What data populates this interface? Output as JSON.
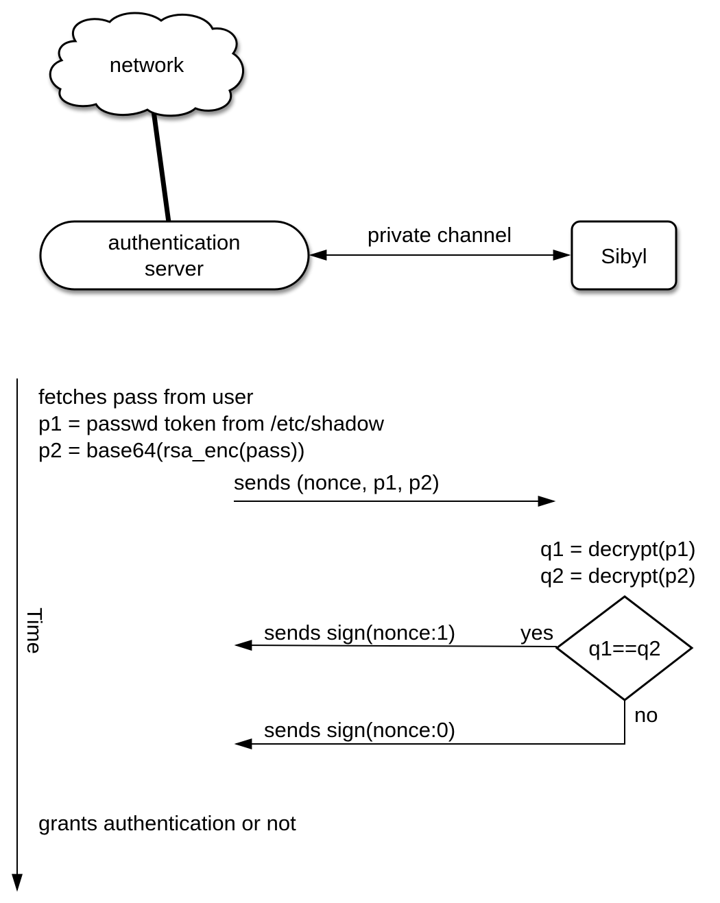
{
  "topology": {
    "network": "network",
    "auth_server_line1": "authentication",
    "auth_server_line2": "server",
    "channel_label": "private channel",
    "sibyl": "Sibyl"
  },
  "timeline": {
    "axis_label": "Time",
    "step1": "fetches pass from user",
    "step2": "p1 = passwd token from /etc/shadow",
    "step3": "p2 = base64(rsa_enc(pass))",
    "send_msg": "sends (nonce, p1, p2)",
    "decrypt1": "q1 = decrypt(p1)",
    "decrypt2": "q2 = decrypt(p2)",
    "decision": "q1==q2",
    "yes_label": "yes",
    "no_label": "no",
    "reply_yes": "sends sign(nonce:1)",
    "reply_no": "sends sign(nonce:0)",
    "final": "grants authentication or not"
  },
  "colors": {
    "stroke": "#000000",
    "fill": "#ffffff",
    "shadow": "#b8b8b8"
  }
}
